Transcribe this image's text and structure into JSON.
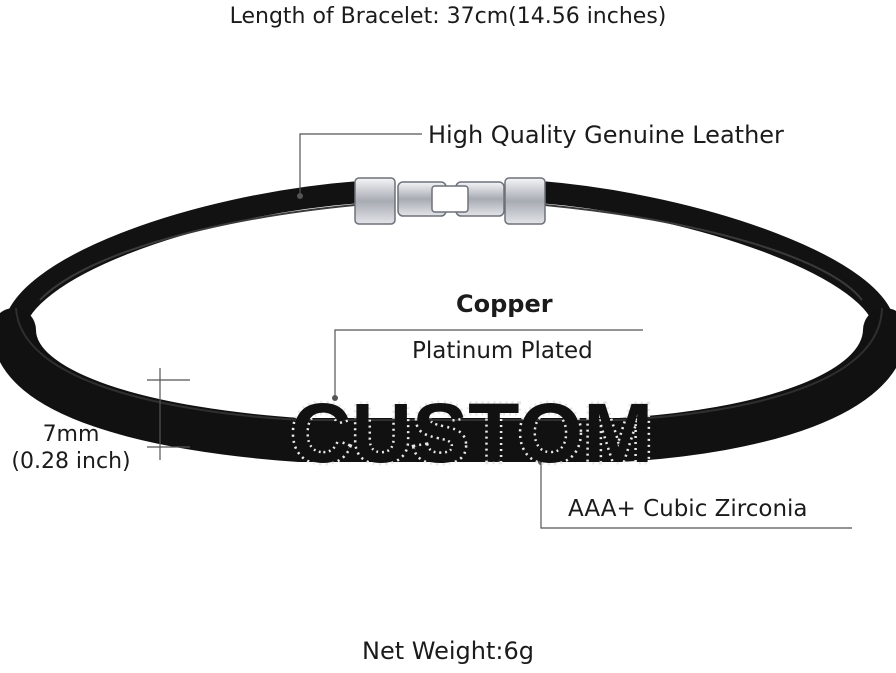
{
  "product": {
    "length_label": "Length of Bracelet: 37cm(14.56 inches)",
    "material_label": "High Quality Genuine Leather",
    "metal_label": "Copper",
    "plating_label": "Platinum Plated",
    "width_label": "7mm",
    "width_inch_label": "(0.28 inch)",
    "stone_label": "AAA+ Cubic Zirconia",
    "weight_label": "Net Weight:6g",
    "pendant_text": "CUSTOM"
  },
  "colors": {
    "leather": "#121212",
    "metal": "#c9ccd1",
    "callout_line": "#555555",
    "text": "#1b1b1b"
  }
}
